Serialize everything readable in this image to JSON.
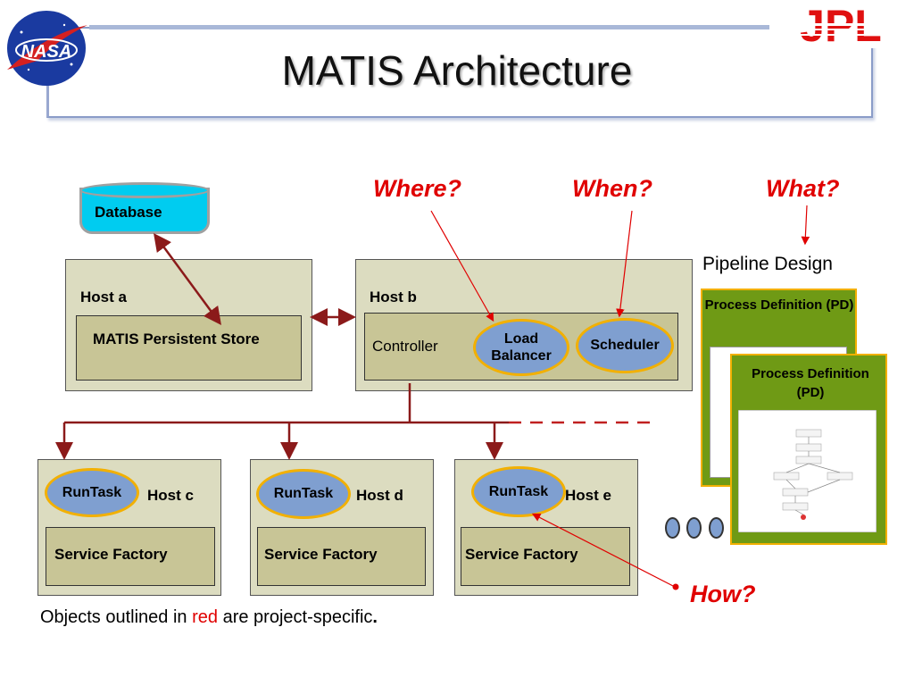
{
  "title": "MATIS Architecture",
  "logos": {
    "nasa": "NASA",
    "jpl": "JPL"
  },
  "questions": {
    "where": "Where?",
    "when": "When?",
    "what": "What?",
    "how": "How?"
  },
  "database": {
    "label": "Database"
  },
  "pipeline_design": "Pipeline Design",
  "hosts": {
    "a": {
      "label": "Host a",
      "inner": "MATIS Persistent Store"
    },
    "b": {
      "label": "Host b",
      "controller": "Controller",
      "load_balancer": "Load Balancer",
      "scheduler": "Scheduler"
    },
    "c": {
      "label": "Host c",
      "runtask": "RunTask",
      "factory": "Service Factory"
    },
    "d": {
      "label": "Host d",
      "runtask": "RunTask",
      "factory": "Service Factory"
    },
    "e": {
      "label": "Host e",
      "runtask": "RunTask",
      "factory": "Service Factory"
    }
  },
  "process_definition": {
    "label": "Process Definition (PD)"
  },
  "footnote": {
    "prefix": "Objects outlined in ",
    "highlight": "red",
    "suffix": " are project-specific",
    "end": "."
  },
  "colors": {
    "accent_red": "#e00000",
    "host_fill": "#dcdcc0",
    "inner_fill": "#c8c596",
    "oval_fill": "#7f9fd0",
    "oval_border": "#f2b000",
    "pd_fill": "#6f9a15",
    "db_fill": "#00ccf0",
    "arrow_dark": "#8b1a1a"
  }
}
